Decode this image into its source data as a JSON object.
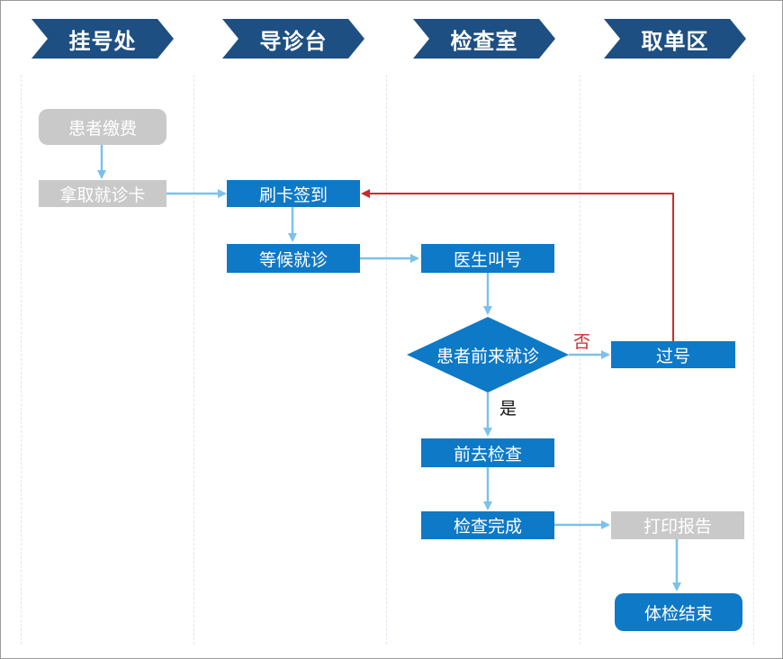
{
  "lanes": [
    "挂号处",
    "导诊台",
    "检查室",
    "取单区"
  ],
  "nodes": {
    "pay": "患者缴费",
    "get_card": "拿取就诊卡",
    "checkin": "刷卡签到",
    "wait": "等候就诊",
    "call": "医生叫号",
    "decision": "患者前来就诊",
    "skip": "过号",
    "go_exam": "前去检查",
    "exam_done": "检查完成",
    "print": "打印报告",
    "end": "体检结束"
  },
  "labels": {
    "no": "否",
    "yes": "是"
  },
  "colors": {
    "header": "#1e4f82",
    "process": "#0e79c6",
    "inactive": "#c9c9c9",
    "arrow": "#7cc1ea",
    "loop_arrow": "#cc2b2b"
  }
}
